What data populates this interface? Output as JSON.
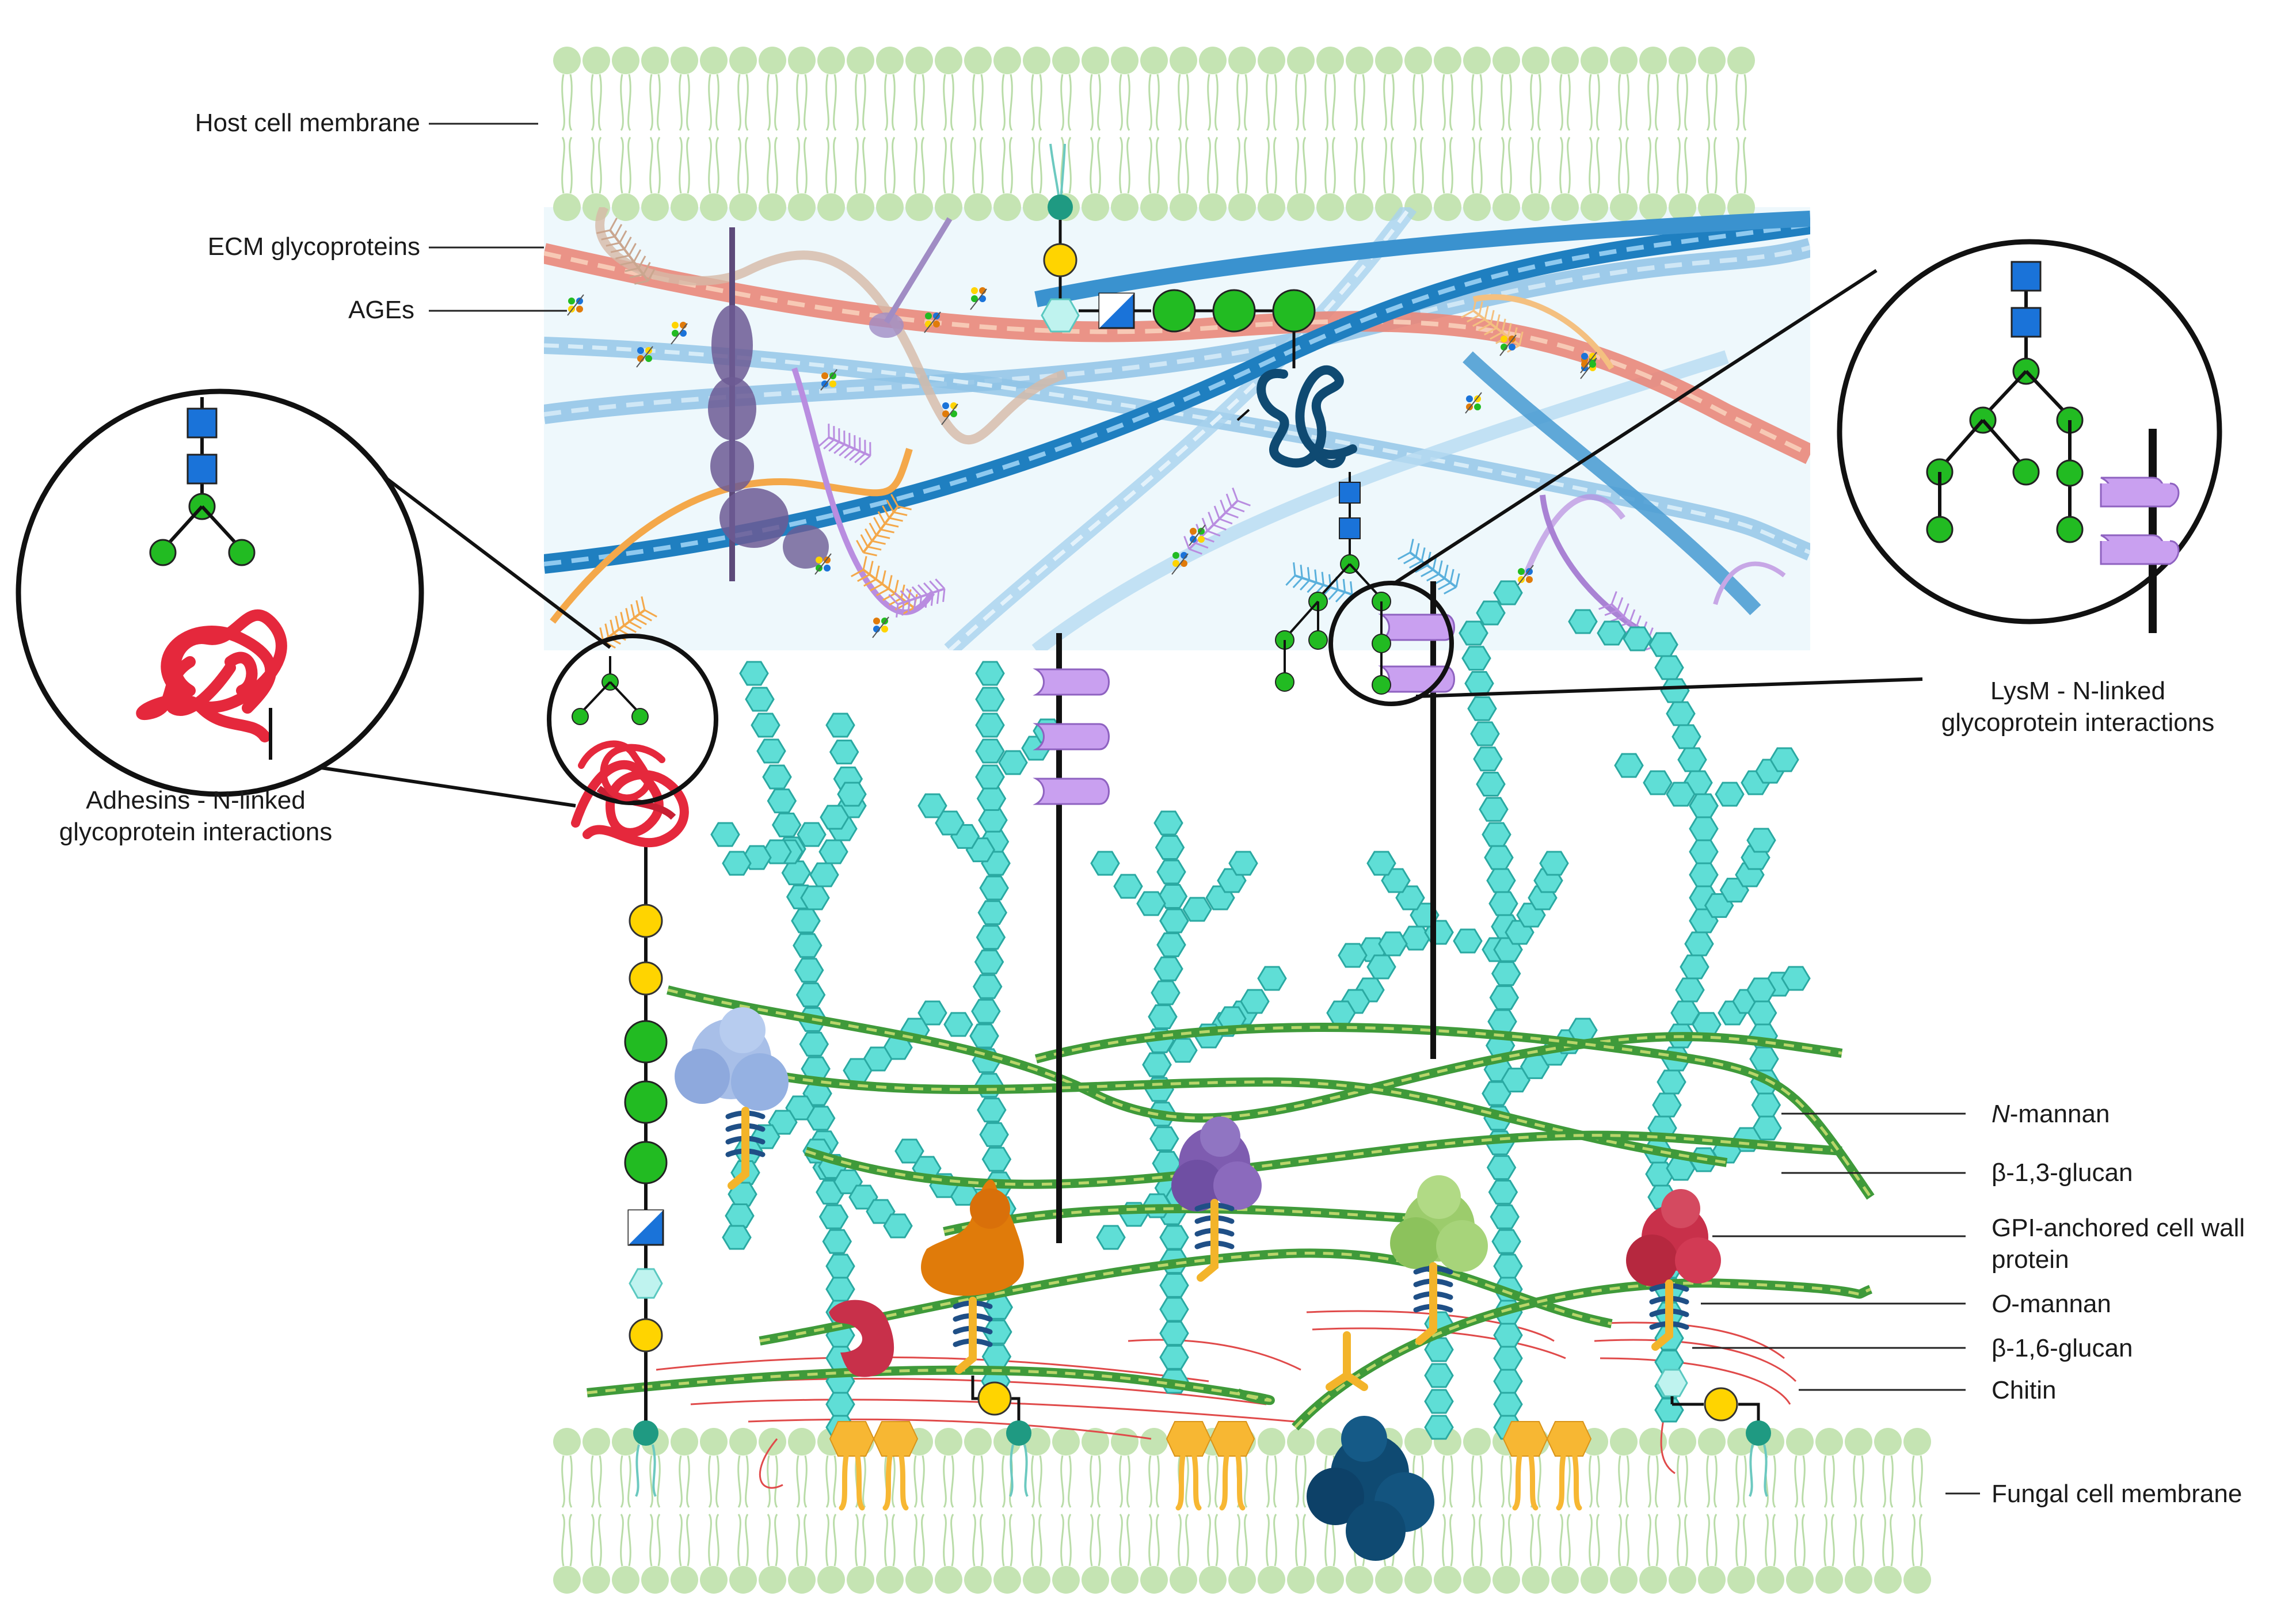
{
  "labels": {
    "host_membrane": "Host cell membrane",
    "ecm": "ECM glycoproteins",
    "ages": "AGEs",
    "adhesins_line1": "Adhesins - N-linked",
    "adhesins_line2": "glycoprotein interactions",
    "lysm_line1": "LysM - N-linked",
    "lysm_line2": "glycoprotein interactions",
    "n_mannan_italic": "N",
    "n_mannan_rest": "-mannan",
    "b13_glucan": "β-1,3-glucan",
    "gpi_line1": "GPI-anchored cell wall",
    "gpi_line2": "protein",
    "o_mannan_italic": "O",
    "o_mannan_rest": "-mannan",
    "b16_glucan": "β-1,6-glucan",
    "chitin": "Chitin",
    "fungal_membrane": "Fungal cell membrane"
  },
  "colors": {
    "membrane": "#c5e4b3",
    "ecm_background": "#eef8fc",
    "mannan_chain": "#5fded6",
    "collagen_blue": "#2d8ac4",
    "collagen_red": "#e9877a",
    "adhesin": "#e5283c",
    "lysm": "#c9a0f0",
    "glucan": "#3f9a3a",
    "mannose": "#22bb22",
    "glcnac": "#1a73d9",
    "galactose": "#ffd400",
    "anchor": "#1f9a82",
    "gpi_purple": "#7e5cb0",
    "gpi_orange": "#e07b0a",
    "gpi_green": "#9ccc6c",
    "gpi_red": "#c8304a",
    "gpi_lightblue": "#a8bfe8",
    "dark_protein": "#0f4a72"
  }
}
